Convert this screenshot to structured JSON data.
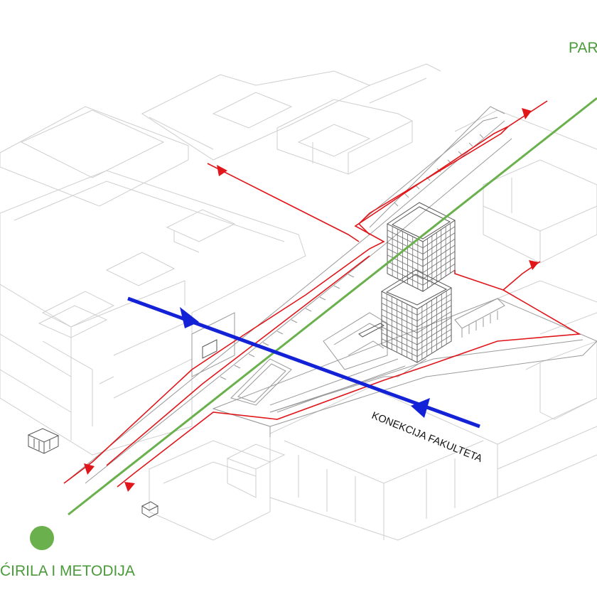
{
  "labels": {
    "park_label": "PAR",
    "station_label": "ĆIRILA I METODIJA",
    "connection_label": "KONEKCIJA FAKULTETA"
  },
  "colors": {
    "green_axis": "#6ab04c",
    "station_dot": "#6ab04c",
    "label_green": "#4a9a3a",
    "red_path": "#e0161b",
    "blue_axis": "#1322d6",
    "building_line": "#cfcfcf"
  },
  "icons": [
    "arrow-head-icon",
    "station-dot-icon"
  ]
}
